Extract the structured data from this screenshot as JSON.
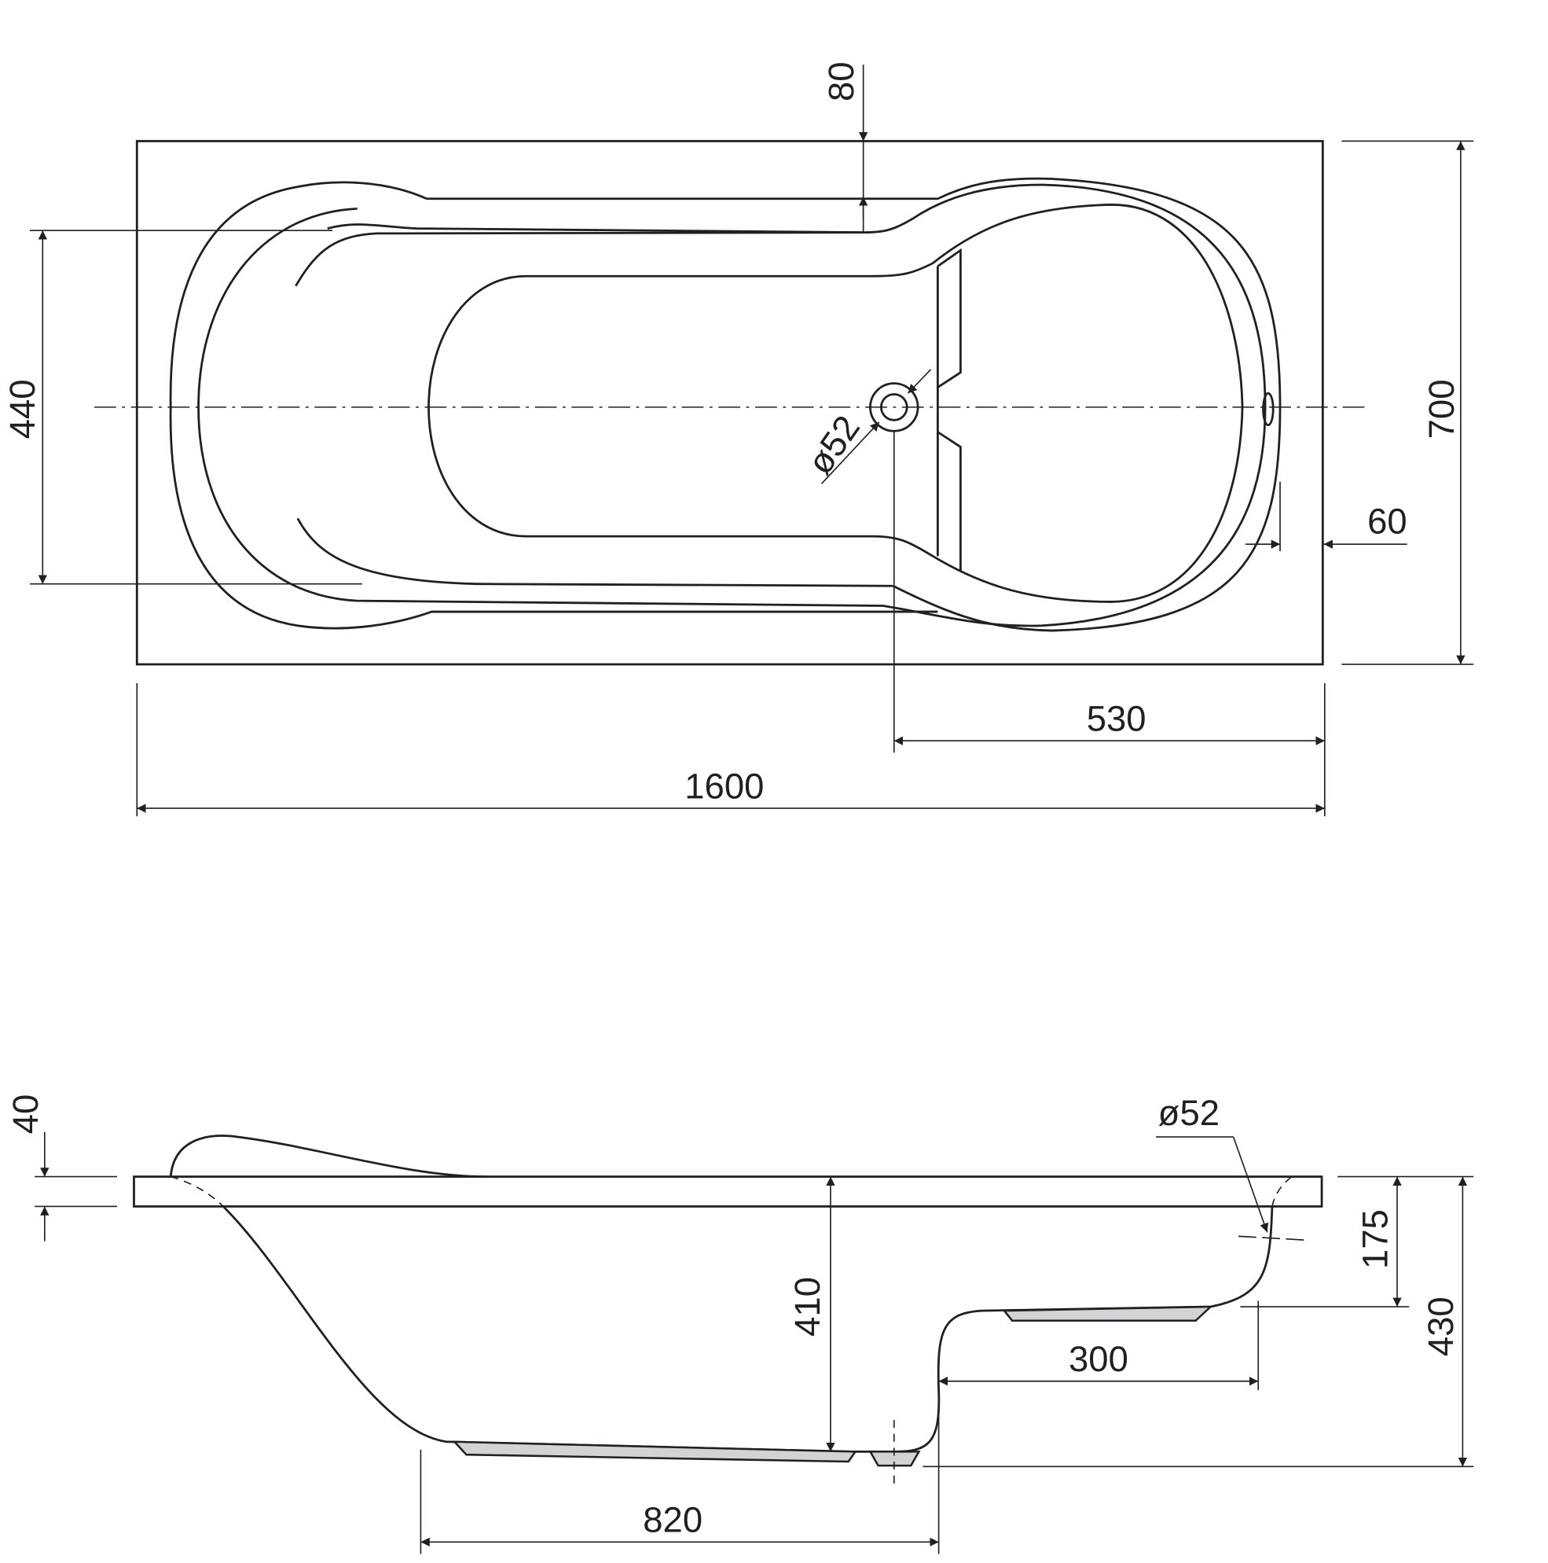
{
  "top_view": {
    "dims": {
      "rim_offset": "80",
      "inner_width": "440",
      "drain_diameter": "ø52",
      "overall_width": "700",
      "overflow_offset": "60",
      "drain_position": "530",
      "overall_length": "1600"
    }
  },
  "side_view": {
    "dims": {
      "rim_thickness": "40",
      "overflow_diameter": "ø52",
      "overflow_height": "175",
      "overall_height": "430",
      "depth": "410",
      "seat_length": "300",
      "bottom_length": "820"
    }
  }
}
